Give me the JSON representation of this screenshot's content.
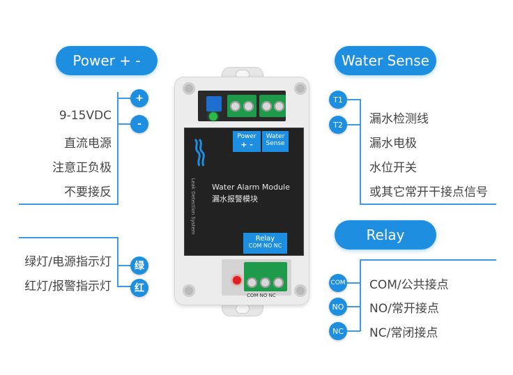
{
  "callouts": {
    "power": "Power + -",
    "water_sense": "Water Sense",
    "relay": "Relay"
  },
  "power": {
    "plus": "+",
    "minus": "-",
    "lines": [
      "9-15VDC",
      "直流电源",
      "注意正负极",
      "不要接反"
    ]
  },
  "water_sense": {
    "t1": "T1",
    "t2": "T2",
    "lines": [
      "漏水检测线",
      "漏水电极",
      "水位开关",
      "或其它常开干接点信号"
    ]
  },
  "indicators": {
    "green_badge": "绿",
    "red_badge": "红",
    "green_text": "绿灯/电源指示灯",
    "red_text": "红灯/报警指示灯"
  },
  "relay": {
    "com_badge": "COM",
    "no_badge": "NO",
    "nc_badge": "NC",
    "com_text": "COM/公共接点",
    "no_text": "NO/常开接点",
    "nc_text": "NC/常闭接点"
  },
  "device": {
    "power_label": "Power",
    "power_signs": "+  -",
    "water_label_1": "Water",
    "water_label_2": "Sense",
    "module_en": "Water Alarm Module",
    "module_cn": "漏水报警模块",
    "vertical_text": "Leak Detection System",
    "relay_label": "Relay",
    "relay_terms": "COM NO NC",
    "bottom_terms": "COM  NO  NC"
  },
  "colors": {
    "accent": "#1e8fe0",
    "terminal_green": "#1f9a4a",
    "led_red": "#e02020"
  }
}
